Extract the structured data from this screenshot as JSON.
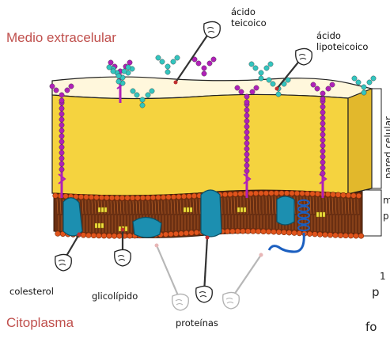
{
  "labels": {
    "extracellular": "Medio extracelular",
    "cytoplasm": "Citoplasma",
    "teichoic_1": "ácido",
    "teichoic_2": "teicoico",
    "lipoteichoic_1": "ácido",
    "lipoteichoic_2": "lipoteicoico",
    "cell_wall": "pared celular",
    "membrane_frag_1": "m",
    "membrane_frag_2": "p",
    "cholesterol": "colesterol",
    "glycolipid": "glicolípido",
    "proteins": "proteínas",
    "cut_1": "p",
    "cut_2": "fo",
    "cut_3": "1"
  },
  "colors": {
    "region_label": "#c0504d",
    "wall_front": "#f5d33f",
    "wall_top": "#fff7dc",
    "teichoic": "#b020b8",
    "lipoteichoic": "#33c5bf",
    "phospholipid_head": "#e0541c",
    "membrane_core": "#6a2f12",
    "protein": "#1c8fb0",
    "helix": "#1b5fc0"
  }
}
